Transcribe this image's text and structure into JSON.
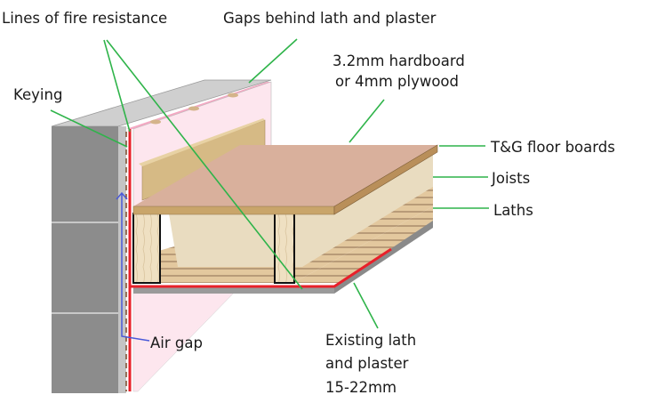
{
  "labels": {
    "fire_resistance": "Lines of fire resistance",
    "gaps": "Gaps behind lath and plaster",
    "keying": "Keying",
    "hardboard_line1": "3.2mm hardboard",
    "hardboard_line2": "or 4mm plywood",
    "floorboards": "T&G floor boards",
    "joists": "Joists",
    "laths": "Laths",
    "air_gap": "Air gap",
    "existing_line1": "Existing lath",
    "existing_line2": "and plaster",
    "existing_line3": "15-22mm"
  },
  "colors": {
    "leader": "#2fb44a",
    "fire_line": "#e8202a",
    "air_gap_arrow": "#4a5ad8",
    "masonry_front": "#8c8c8c",
    "masonry_top": "#cfcfcf",
    "plaster_pink": "#fde6ee",
    "floor_board": "#d9b09c",
    "joist": "#e9dcc0",
    "lath": "#d8b98c",
    "skirting": "#d6ba85"
  }
}
